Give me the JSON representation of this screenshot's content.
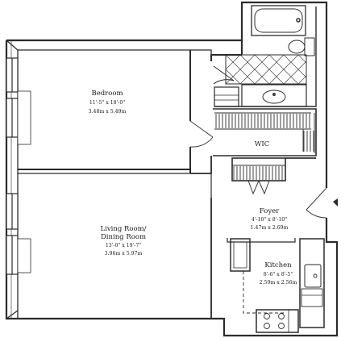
{
  "rooms": {
    "bedroom": {
      "name": "Bedroom",
      "dims_imperial": "11'-5\" x 18'-0\"",
      "dims_metric": "3.48m x 5.49m"
    },
    "living": {
      "name_line1": "Living Room/",
      "name_line2": "Dining Room",
      "dims_imperial": "13'-0\" x 19'-7\"",
      "dims_metric": "3.96m x 5.97m"
    },
    "wic": {
      "name": "WIC"
    },
    "foyer": {
      "name": "Foyer",
      "dims_imperial": "4'-10\" x 8'-10\"",
      "dims_metric": "1.47m x 2.69m"
    },
    "kitchen": {
      "name": "Kitchen",
      "dims_imperial": "8'-6\" x 8'-5\"",
      "dims_metric": "2.59m x 2.56m"
    }
  },
  "colors": {
    "wall": "#2b2b2b",
    "line": "#3a3a3a",
    "paper": "#ffffff"
  }
}
